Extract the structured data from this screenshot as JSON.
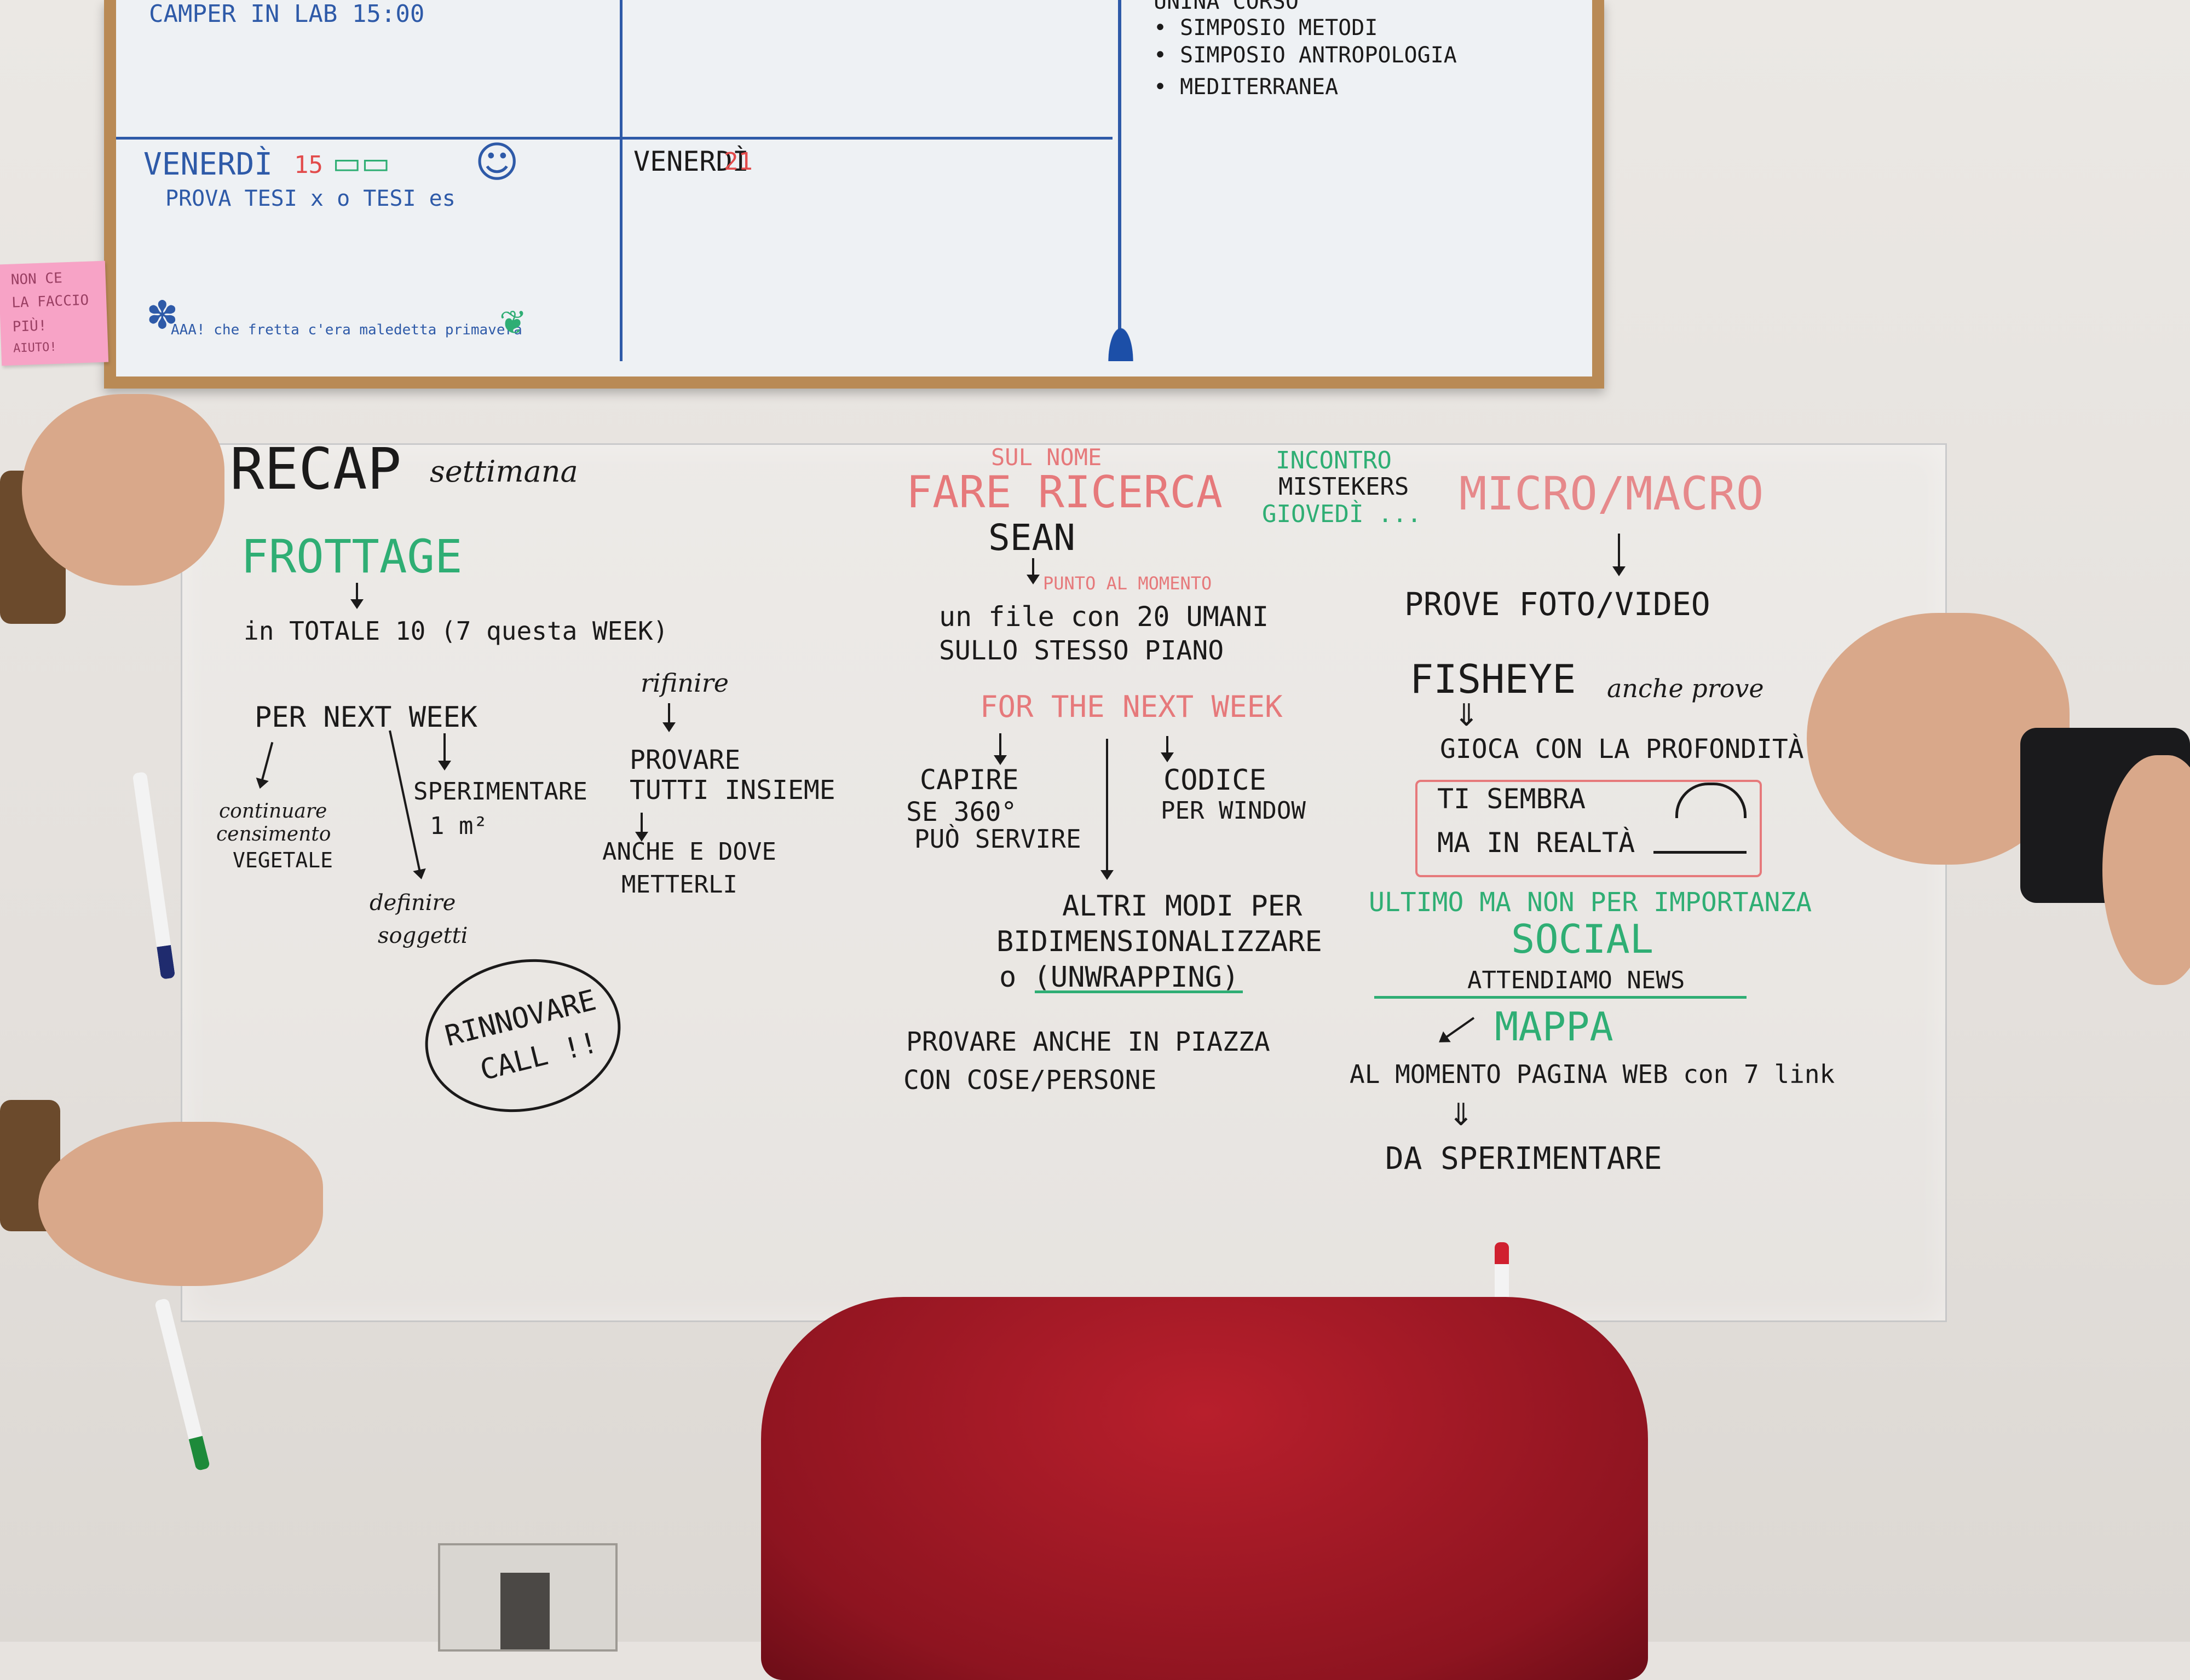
{
  "top_board": {
    "camper": "CAMPER IN LAB 15:00",
    "list": [
      "UNINA CORSO",
      "• SIMPOSIO METODI",
      "• SIMPOSIO ANTROPOLOGIA",
      "• MEDITERRANEA"
    ],
    "venerdi_left": "VENERDÌ",
    "venerdi_left_day": "15",
    "prova_tesi": "PROVA TESI x o TESI es",
    "venerdi_right": "VENERDÌ",
    "venerdi_right_day": "21",
    "spring_note": "AAA! che fretta c'era maledetta primavera"
  },
  "sticky": {
    "line1": "NON CE",
    "line2": "LA FACCIO",
    "line3": "PIÙ!",
    "line4": "AIUTO!"
  },
  "sheet": {
    "recap": "RECAP",
    "recap_sub": "settimana",
    "frottage": "FROTTAGE",
    "totale": "in TOTALE 10 (7 questa WEEK)",
    "rifinire": "rifinire",
    "per_next_week": "PER NEXT WEEK",
    "continuare": "continuare",
    "censimento": "censimento",
    "vegetale": "VEGETALE",
    "sperimentare": "SPERIMENTARE",
    "mq": "1 m²",
    "provare": "PROVARE",
    "tutti_insieme": "TUTTI INSIEME",
    "anche_dove": "ANCHE E DOVE",
    "metterli": "METTERLI",
    "definire": "definire",
    "soggetti": "soggetti",
    "rinnovare": "RINNOVARE",
    "call": "CALL !!",
    "sul_nome": "SUL NOME",
    "fare_ricerca": "FARE RICERCA",
    "sean": "SEAN",
    "punto": "PUNTO AL MOMENTO",
    "file": "un file con 20 UMANI",
    "stesso_piano": "SULLO STESSO PIANO",
    "for_next_week": "FOR THE NEXT WEEK",
    "capire": "CAPIRE",
    "se_360": "SE 360°",
    "puo_servire": "PUÒ SERVIRE",
    "codice": "CODICE",
    "per_window": "PER WINDOW",
    "altri_modi": "ALTRI MODI PER",
    "bidimensionalizzare": "BIDIMENSIONALIZZARE",
    "unwrapping": "o (UNWRAPPING)",
    "provare_piazza": "PROVARE ANCHE IN PIAZZA",
    "cose_persone": "CON COSE/PERSONE",
    "incontro": "INCONTRO",
    "mistekers": "MISTEKERS",
    "giovedi": "GIOVEDÌ ...",
    "micro_macro": "MICRO/MACRO",
    "prove_foto": "PROVE FOTO/VIDEO",
    "fisheye": "FISHEYE",
    "anche_prove": "anche prove",
    "gioca": "GIOCA CON LA PROFONDITÀ",
    "ti_sembra": "TI SEMBRA",
    "ma_in_realta": "MA IN REALTÀ",
    "ultimo": "ULTIMO MA NON PER IMPORTANZA",
    "social": "SOCIAL",
    "attendiamo": "ATTENDIAMO NEWS",
    "mappa": "MAPPA",
    "al_momento": "AL MOMENTO PAGINA WEB con 7 link",
    "da_sperimentare": "DA SPERIMENTARE"
  },
  "colors": {
    "ink_black": "#1b1a1a",
    "ink_green": "#2fae74",
    "ink_red": "#e6797b",
    "board_blue": "#2e5aa8",
    "chair_red": "#a01a26",
    "sticky_pink": "#f7a3c6",
    "frame_wood": "#b98a55"
  }
}
